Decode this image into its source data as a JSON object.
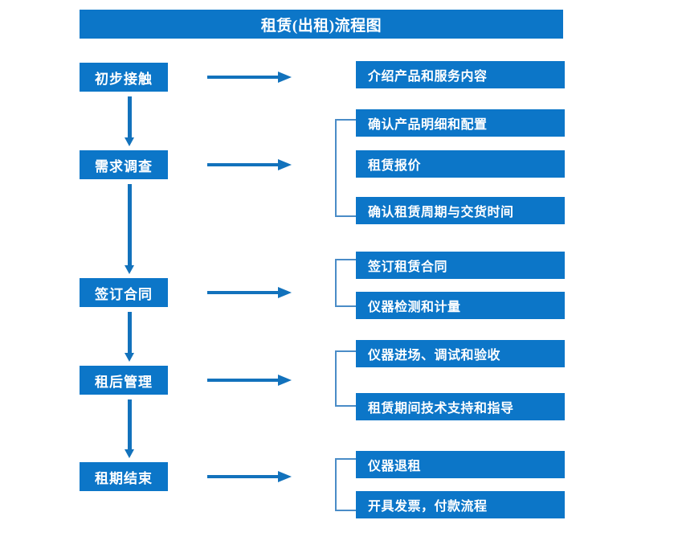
{
  "diagram": {
    "title": "租赁(出租)流程图",
    "colors": {
      "box_fill": "#0c76c8",
      "box_text": "#ffffff",
      "arrow": "#1272bc",
      "bracket": "#4a8cc7",
      "background": "#ffffff"
    },
    "stages": [
      {
        "label": "初步接触"
      },
      {
        "label": "需求调查"
      },
      {
        "label": "签订合同"
      },
      {
        "label": "租后管理"
      },
      {
        "label": "租期结束"
      }
    ],
    "details": [
      {
        "label": "介绍产品和服务内容"
      },
      {
        "label": "确认产品明细和配置"
      },
      {
        "label": "租赁报价"
      },
      {
        "label": "确认租赁周期与交货时间"
      },
      {
        "label": "签订租赁合同"
      },
      {
        "label": "仪器检测和计量"
      },
      {
        "label": "仪器进场、调试和验收"
      },
      {
        "label": "租赁期间技术支持和指导"
      },
      {
        "label": "仪器退租"
      },
      {
        "label": "开具发票，付款流程"
      }
    ],
    "groups": [
      {
        "stage": "初步接触",
        "details": [
          "介绍产品和服务内容"
        ]
      },
      {
        "stage": "需求调查",
        "details": [
          "确认产品明细和配置",
          "租赁报价",
          "确认租赁周期与交货时间"
        ]
      },
      {
        "stage": "签订合同",
        "details": [
          "签订租赁合同",
          "仪器检测和计量"
        ]
      },
      {
        "stage": "租后管理",
        "details": [
          "仪器进场、调试和验收",
          "租赁期间技术支持和指导"
        ]
      },
      {
        "stage": "租期结束",
        "details": [
          "仪器退租",
          "开具发票，付款流程"
        ]
      }
    ]
  }
}
